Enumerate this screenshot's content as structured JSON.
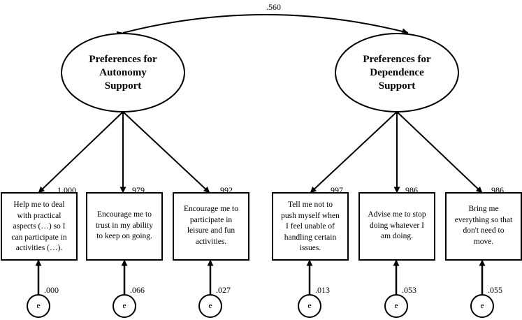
{
  "correlation": ".560",
  "latents": [
    {
      "lines": [
        "Preferences for",
        "Autonomy",
        "Support"
      ]
    },
    {
      "lines": [
        "Preferences for",
        "Dependence",
        "Support"
      ]
    }
  ],
  "indicators": [
    {
      "lines": [
        "Help me to deal",
        "with practical",
        "aspects (…) so I",
        "can participate in",
        "activities (…)."
      ],
      "loading": "1.000",
      "error_value": ".000",
      "error_label": "e"
    },
    {
      "lines": [
        "Encourage me to",
        "trust in my ability",
        "to keep on going."
      ],
      "loading": ".979",
      "error_value": ".066",
      "error_label": "e"
    },
    {
      "lines": [
        "Encourage me to",
        "participate in",
        "leisure and fun",
        "activities."
      ],
      "loading": ".992",
      "error_value": ".027",
      "error_label": "e"
    },
    {
      "lines": [
        "Tell me not to",
        "push myself when",
        "I feel unable of",
        "handling certain",
        "issues."
      ],
      "loading": ".997",
      "error_value": ".013",
      "error_label": "e"
    },
    {
      "lines": [
        "Advise me to stop",
        "doing whatever I",
        "am doing."
      ],
      "loading": ".986",
      "error_value": ".053",
      "error_label": "e"
    },
    {
      "lines": [
        "Bring me",
        "everything so that",
        "don't need to",
        "move."
      ],
      "loading": ".986",
      "error_value": ".055",
      "error_label": "e"
    }
  ]
}
